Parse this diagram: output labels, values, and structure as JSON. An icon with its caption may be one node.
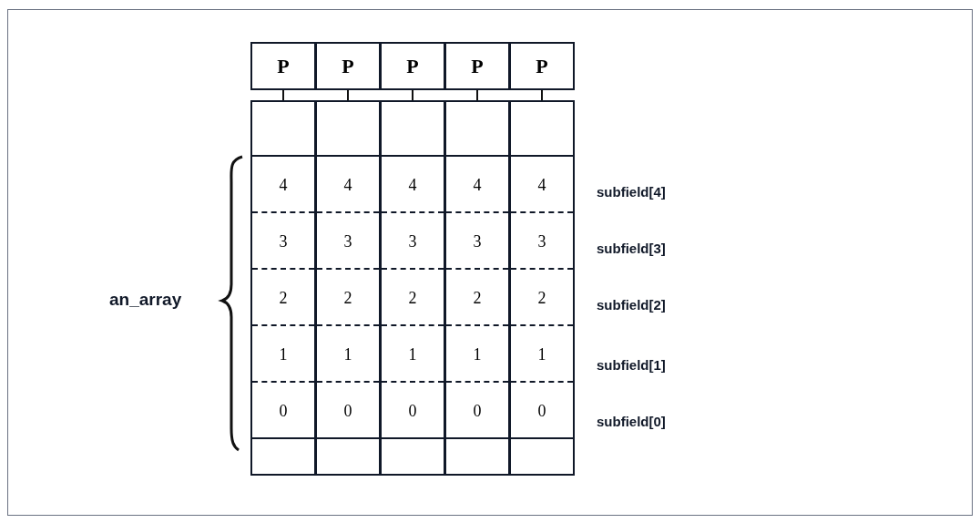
{
  "diagram": {
    "nodes": [
      {
        "text": [
          "P"
        ]
      },
      {
        "text": [
          "P"
        ]
      },
      {
        "text": [
          "P"
        ]
      },
      {
        "text": [
          "P"
        ]
      },
      {
        "text": [
          "P"
        ]
      },
      {
        "text": [
          "4",
          "3",
          "2",
          "1",
          "0"
        ]
      },
      {
        "text": [
          "4",
          "3",
          "2",
          "1",
          "0"
        ]
      },
      {
        "text": [
          "4",
          "3",
          "2",
          "1",
          "0"
        ]
      },
      {
        "text": [
          "4",
          "3",
          "2",
          "1",
          "0"
        ]
      },
      {
        "text": [
          "4",
          "3",
          "2",
          "1",
          "0"
        ]
      }
    ],
    "edges": [
      {
        "from": 0,
        "to": 5,
        "arrow": "none"
      },
      {
        "from": 1,
        "to": 6,
        "arrow": "none"
      },
      {
        "from": 2,
        "to": 7,
        "arrow": "none"
      },
      {
        "from": 3,
        "to": 8,
        "arrow": "none"
      },
      {
        "from": 4,
        "to": 9,
        "arrow": "none"
      }
    ],
    "labels": [
      "subfield[4]",
      "subfield[3]",
      "an_array",
      "subfield[2]",
      "subfield[1]",
      "subfield[0]"
    ]
  }
}
